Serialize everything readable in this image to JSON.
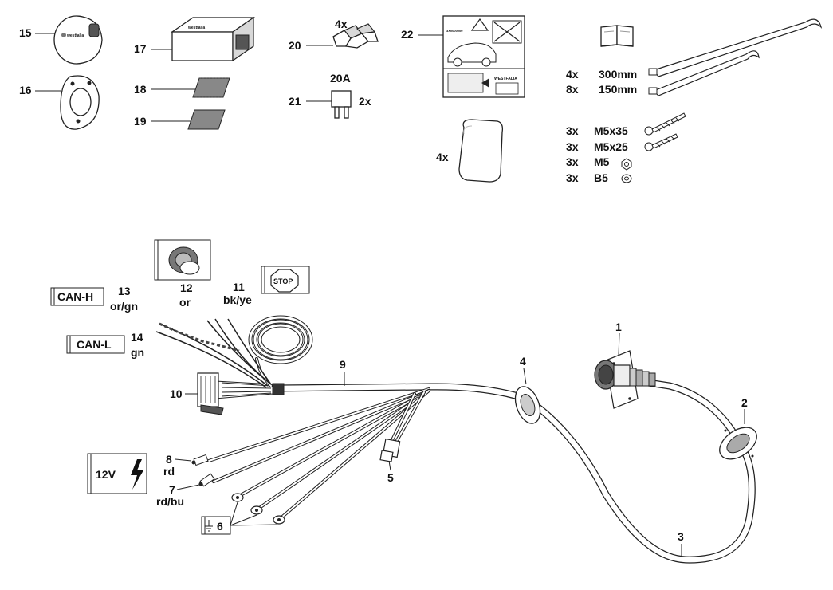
{
  "kit_parts": {
    "p15": {
      "number": "15",
      "brand_text": "westfalia"
    },
    "p16": {
      "number": "16"
    },
    "p17": {
      "number": "17",
      "brand_text": "westfalia"
    },
    "p18": {
      "number": "18"
    },
    "p19": {
      "number": "19"
    },
    "p20": {
      "number": "20",
      "qty": "4x"
    },
    "p21": {
      "number": "21",
      "rating": "20A",
      "qty": "2x"
    },
    "p22": {
      "number": "22",
      "label_brand": "WESTFALIA",
      "side_code": "3X0000000"
    },
    "pad": {
      "qty": "4x"
    },
    "manual": {
      "icon": "book-icon"
    },
    "ties": [
      {
        "qty": "4x",
        "size": "300mm"
      },
      {
        "qty": "8x",
        "size": "150mm"
      }
    ],
    "hardware": [
      {
        "qty": "3x",
        "size": "M5x35"
      },
      {
        "qty": "3x",
        "size": "M5x25"
      },
      {
        "qty": "3x",
        "size": "M5"
      },
      {
        "qty": "3x",
        "size": "B5"
      }
    ]
  },
  "harness": {
    "h1": "1",
    "h2": "2",
    "h3": "3",
    "h4": "4",
    "h5": "5",
    "h6": "6",
    "h7": {
      "number": "7",
      "color": "rd/bu"
    },
    "h8": {
      "number": "8",
      "color": "rd"
    },
    "h9": "9",
    "h10": "10",
    "h11": {
      "number": "11",
      "color": "bk/ye"
    },
    "h12": {
      "number": "12",
      "color": "or"
    },
    "h13": {
      "number": "13",
      "color": "or/gn"
    },
    "h14": {
      "number": "14",
      "color": "gn"
    },
    "can_h": "CAN-H",
    "can_l": "CAN-L",
    "stop": "STOP",
    "voltage": "12V"
  }
}
